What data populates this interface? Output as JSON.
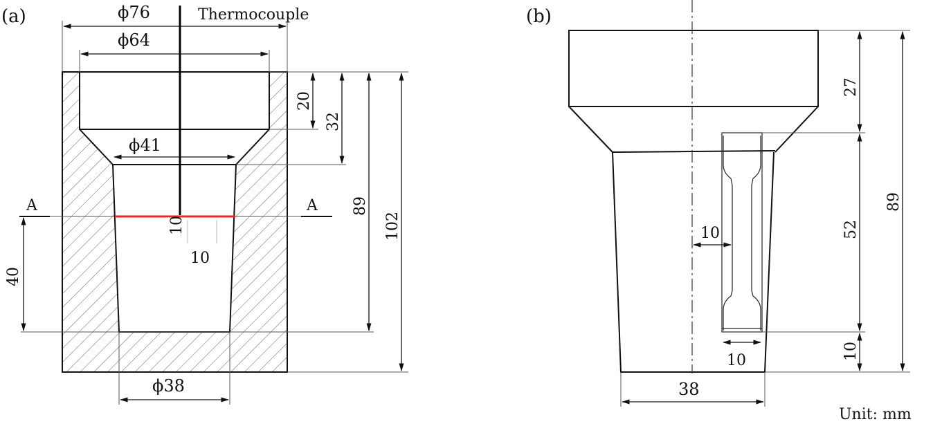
{
  "panel_a": {
    "label": "(a)",
    "thermocouple": "Thermocouple",
    "dims": {
      "top_outer": "ϕ76",
      "top_inner": "ϕ64",
      "neck": "ϕ41",
      "bottom": "ϕ38",
      "d20": "20",
      "d32": "32",
      "d89": "89",
      "d102": "102",
      "d40": "40",
      "d10_vertical": "10",
      "d10_horizontal": "10"
    },
    "section_left": "A",
    "section_right": "A"
  },
  "panel_b": {
    "label": "(b)",
    "dims": {
      "d27": "27",
      "d52": "52",
      "d89": "89",
      "d10_right": "10",
      "d10_inner": "10",
      "d10_bottom": "10",
      "d38": "38"
    }
  },
  "unit_label": "Unit: mm",
  "colors": {
    "section_line": "#e8262a",
    "line": "#000000"
  }
}
